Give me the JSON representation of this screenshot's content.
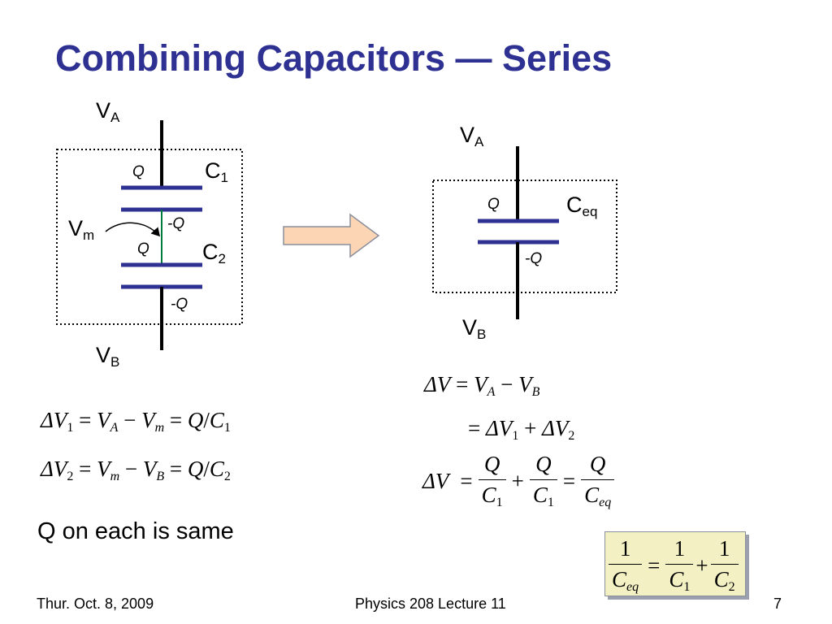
{
  "title": "Combining Capacitors — Series",
  "left_circuit": {
    "va": {
      "main": "V",
      "sub": "A"
    },
    "vb": {
      "main": "V",
      "sub": "B"
    },
    "vm": {
      "main": "V",
      "sub": "m"
    },
    "c1": {
      "main": "C",
      "sub": "1"
    },
    "c2": {
      "main": "C",
      "sub": "2"
    },
    "q_top": "Q",
    "neg_q_mid": "-Q",
    "q_mid": "Q",
    "neg_q_bottom": "-Q"
  },
  "right_circuit": {
    "va": {
      "main": "V",
      "sub": "A"
    },
    "vb": {
      "main": "V",
      "sub": "B"
    },
    "ceq": {
      "main": "C",
      "sub": "eq"
    },
    "q_top": "Q",
    "neg_q_bottom": "-Q"
  },
  "equations": {
    "dv1": {
      "delta": "ΔV",
      "sub1": "1",
      "eq": "=",
      "va": "V",
      "va_sub": "A",
      "minus": "−",
      "vm": "V",
      "vm_sub": "m",
      "eq2": "=",
      "q": "Q",
      "slash": "/",
      "c": "C",
      "c_sub": "1"
    },
    "dv2": {
      "delta": "ΔV",
      "sub1": "2",
      "eq": "=",
      "vm": "V",
      "vm_sub": "m",
      "minus": "−",
      "vb": "V",
      "vb_sub": "B",
      "eq2": "=",
      "q": "Q",
      "slash": "/",
      "c": "C",
      "c_sub": "2"
    },
    "dv_total": {
      "delta": "ΔV",
      "eq": "=",
      "va": "V",
      "va_sub": "A",
      "minus": "−",
      "vb": "V",
      "vb_sub": "B"
    },
    "dv_sum": {
      "eq": "=",
      "d1": "ΔV",
      "d1_sub": "1",
      "plus": "+",
      "d2": "ΔV",
      "d2_sub": "2"
    },
    "dv_frac": {
      "delta": "ΔV",
      "eq": "=",
      "n1": "Q",
      "d1": "C",
      "d1_sub": "1",
      "plus": "+",
      "n2": "Q",
      "d2": "C",
      "d2_sub": "1",
      "eq2": "=",
      "n3": "Q",
      "d3": "C",
      "d3_sub": "eq"
    },
    "ceq_box": {
      "n1": "1",
      "d1": "C",
      "d1_sub": "eq",
      "eq": "=",
      "n2": "1",
      "d2": "C",
      "d2_sub": "1",
      "plus": "+",
      "n3": "1",
      "d3": "C",
      "d3_sub": "2"
    }
  },
  "note": "Q on each is same",
  "footer": {
    "date": "Thur. Oct. 8, 2009",
    "course": "Physics 208 Lecture 11",
    "page": "7"
  },
  "colors": {
    "title": "#2e3192",
    "plates": "#2e3192",
    "wire": "#000000",
    "connector": "#007a3d",
    "arrow_fill": "#fcd5b4",
    "arrow_stroke": "#8a8f9c",
    "box_fill": "#f3f1c4"
  }
}
